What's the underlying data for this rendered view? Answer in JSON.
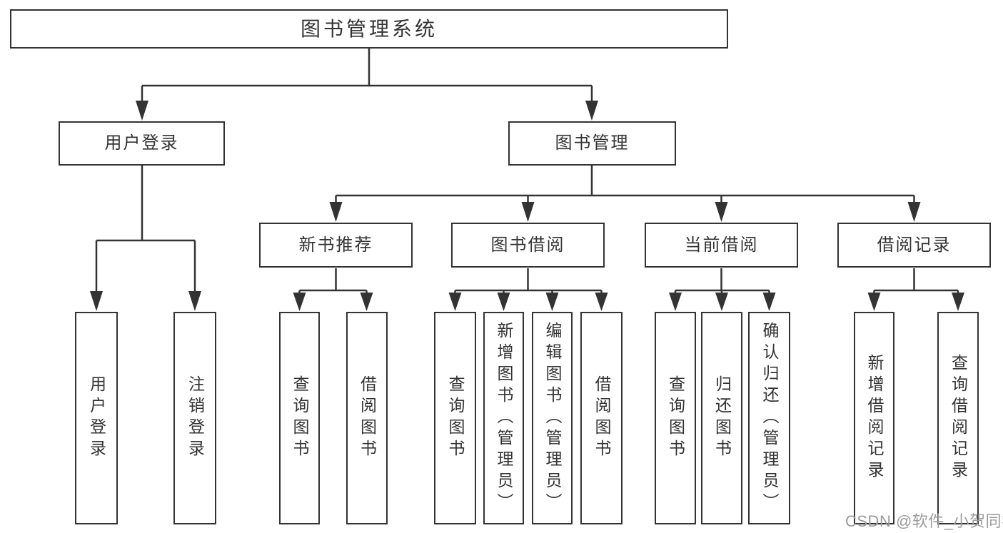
{
  "root": {
    "label": "图书管理系统"
  },
  "level2": [
    {
      "label": "用户登录"
    },
    {
      "label": "图书管理"
    }
  ],
  "level3": [
    {
      "label": "新书推荐"
    },
    {
      "label": "图书借阅"
    },
    {
      "label": "当前借阅"
    },
    {
      "label": "借阅记录"
    }
  ],
  "leaves": {
    "login": [
      {
        "label": "用户登录"
      },
      {
        "label": "注销登录"
      }
    ],
    "recommend": [
      {
        "label": "查询图书"
      },
      {
        "label": "借阅图书"
      }
    ],
    "borrow": [
      {
        "label": "查询图书"
      },
      {
        "label": "新增图书（管理员）"
      },
      {
        "label": "编辑图书（管理员）"
      },
      {
        "label": "借阅图书"
      }
    ],
    "current": [
      {
        "label": "查询图书"
      },
      {
        "label": "归还图书"
      },
      {
        "label": "确认归还（管理员）"
      }
    ],
    "records": [
      {
        "label": "新增借阅记录"
      },
      {
        "label": "查询借阅记录"
      }
    ]
  },
  "watermark": "CSDN @软件_小贺同学",
  "colors": {
    "line": "#333333",
    "text": "#333333",
    "watermark": "#9b9b9b",
    "background": "#ffffff"
  }
}
